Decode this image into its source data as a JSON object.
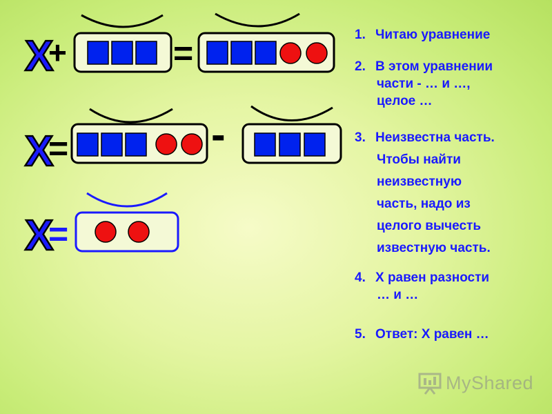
{
  "colors": {
    "background": "#d8f08e",
    "square": "#0022ee",
    "circle": "#ee1111",
    "x_fill": "#1a1aff",
    "text": "#1a1aff"
  },
  "equations": [
    {
      "x": "X",
      "op1": "+",
      "op2": "="
    },
    {
      "x": "X",
      "op1": "=",
      "op2": "-"
    },
    {
      "x": "X",
      "op1": "="
    }
  ],
  "steps": [
    {
      "num": "1.",
      "lines": [
        "Читаю уравнение"
      ]
    },
    {
      "num": "2.",
      "lines": [
        "В этом уравнении",
        "части - … и …,",
        "целое …"
      ]
    },
    {
      "num": "3.",
      "lines": [
        "Неизвестна часть.",
        "Чтобы найти",
        "неизвестную",
        "часть, надо из",
        "целого вычесть",
        "известную часть."
      ]
    },
    {
      "num": "4.",
      "lines": [
        "Х равен разности",
        "… и …"
      ]
    },
    {
      "num": "5.",
      "lines": [
        "Ответ: Х равен …"
      ]
    }
  ],
  "watermark": {
    "icon": "presentation-board-icon",
    "text": "MyShared"
  }
}
